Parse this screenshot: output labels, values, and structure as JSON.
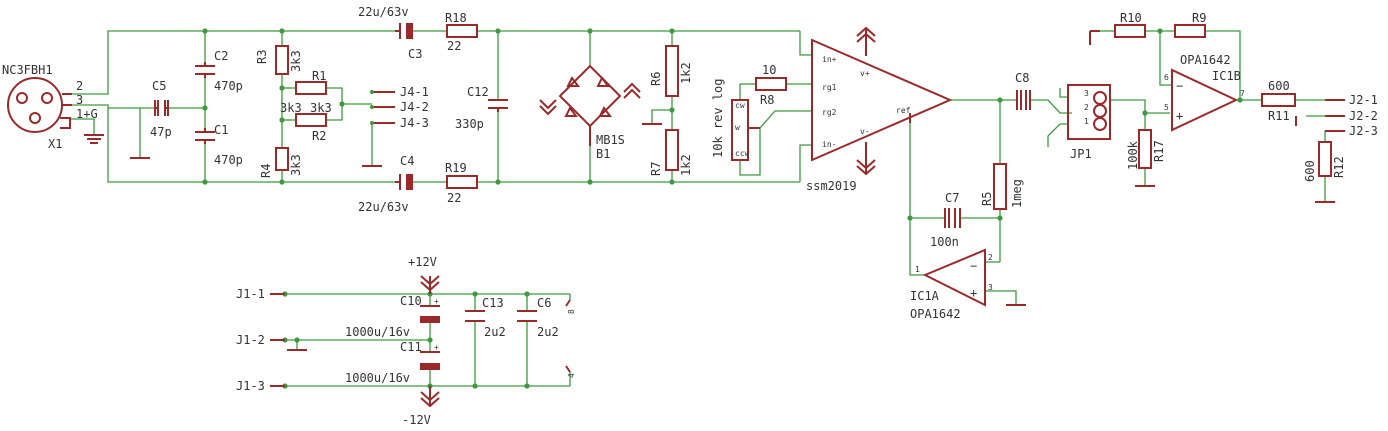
{
  "parts": {
    "xlr": "NC3FBH1",
    "x1": "X1",
    "pin2": "2",
    "pin3": "3",
    "pin1g": "1+G",
    "c5": "C5",
    "c5v": "47p",
    "c2": "C2",
    "c2v": "470p",
    "c1": "C1",
    "c1v": "470p",
    "r3": "R3",
    "r3v": "3k3",
    "r1": "R1",
    "r1v": "3k3",
    "r2": "R2",
    "r2v": "3k3",
    "r4": "R4",
    "r4v": "3k3",
    "j41": "J4-1",
    "j42": "J4-2",
    "j43": "J4-3",
    "c3": "C3",
    "c3v": "22u/63v",
    "c4": "C4",
    "c4v": "22u/63v",
    "r18": "R18",
    "r18v": "22",
    "r19": "R19",
    "r19v": "22",
    "c12": "C12",
    "c12v": "330p",
    "b1": "B1",
    "b1v": "MB1S",
    "r6": "R6",
    "r6v": "1k2",
    "r7": "R7",
    "r7v": "1k2",
    "r8": "R8",
    "r8v": "10",
    "pot": "10k rev log",
    "ic": "ssm2019",
    "in_p": "in+",
    "in_n": "in-",
    "rg1": "rg1",
    "rg2": "rg2",
    "ref": "ref",
    "vp": "v+",
    "vn": "v-",
    "c8": "C8",
    "c7": "C7",
    "c7v": "100n",
    "r5": "R5",
    "r5v": "1meg",
    "ic1a": "IC1A",
    "ic1av": "OPA1642",
    "jp1": "JP1",
    "r17": "R17",
    "r17v": "100k",
    "r10": "R10",
    "r9": "R9",
    "ic1b": "IC1B",
    "ic1bv": "OPA1642",
    "r11": "R11",
    "r11v": "600",
    "r12": "R12",
    "r12v": "600",
    "j21": "J2-1",
    "j22": "J2-2",
    "j23": "J2-3",
    "j11": "J1-1",
    "j12": "J1-2",
    "j13": "J1-3",
    "c10": "C10",
    "c11": "C11",
    "c10v": "1000u/16v",
    "c11v": "1000u/16v",
    "c13": "C13",
    "c13v": "2u2",
    "c6": "C6",
    "c6v": "2u2",
    "vpos": "+12V",
    "vneg": "-12V",
    "n1": "1",
    "n2": "2",
    "n3": "3",
    "n5": "5",
    "n6": "6",
    "n7": "7",
    "n8": "8",
    "n4": "4",
    "minus": "−",
    "plus": "+"
  },
  "colors": {
    "wire": "#3d9a3d",
    "part": "#9a2a2a",
    "text": "#333333"
  }
}
